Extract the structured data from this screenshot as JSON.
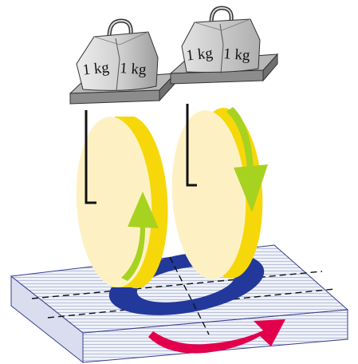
{
  "weights": [
    {
      "left_label": "1 kg",
      "right_label": "1 kg"
    },
    {
      "left_label": "1 kg",
      "right_label": "1 kg"
    }
  ],
  "colors": {
    "disk_face": "#FDF1C4",
    "disk_rim": "#F6D80A",
    "direction_arrow": "#A7D220",
    "ring": "#22389A",
    "rotation_arrow": "#E2004D",
    "base_top": "#EEF1F8",
    "base_lines": "#9AA3C9",
    "platform": "#AFAFAF",
    "weight_body": "#C9C9C9"
  },
  "icons": {
    "left_disk_arrow": "arrow-up-icon",
    "right_disk_arrow": "arrow-down-icon",
    "rotation_arrow": "curved-arrow-right-icon"
  }
}
